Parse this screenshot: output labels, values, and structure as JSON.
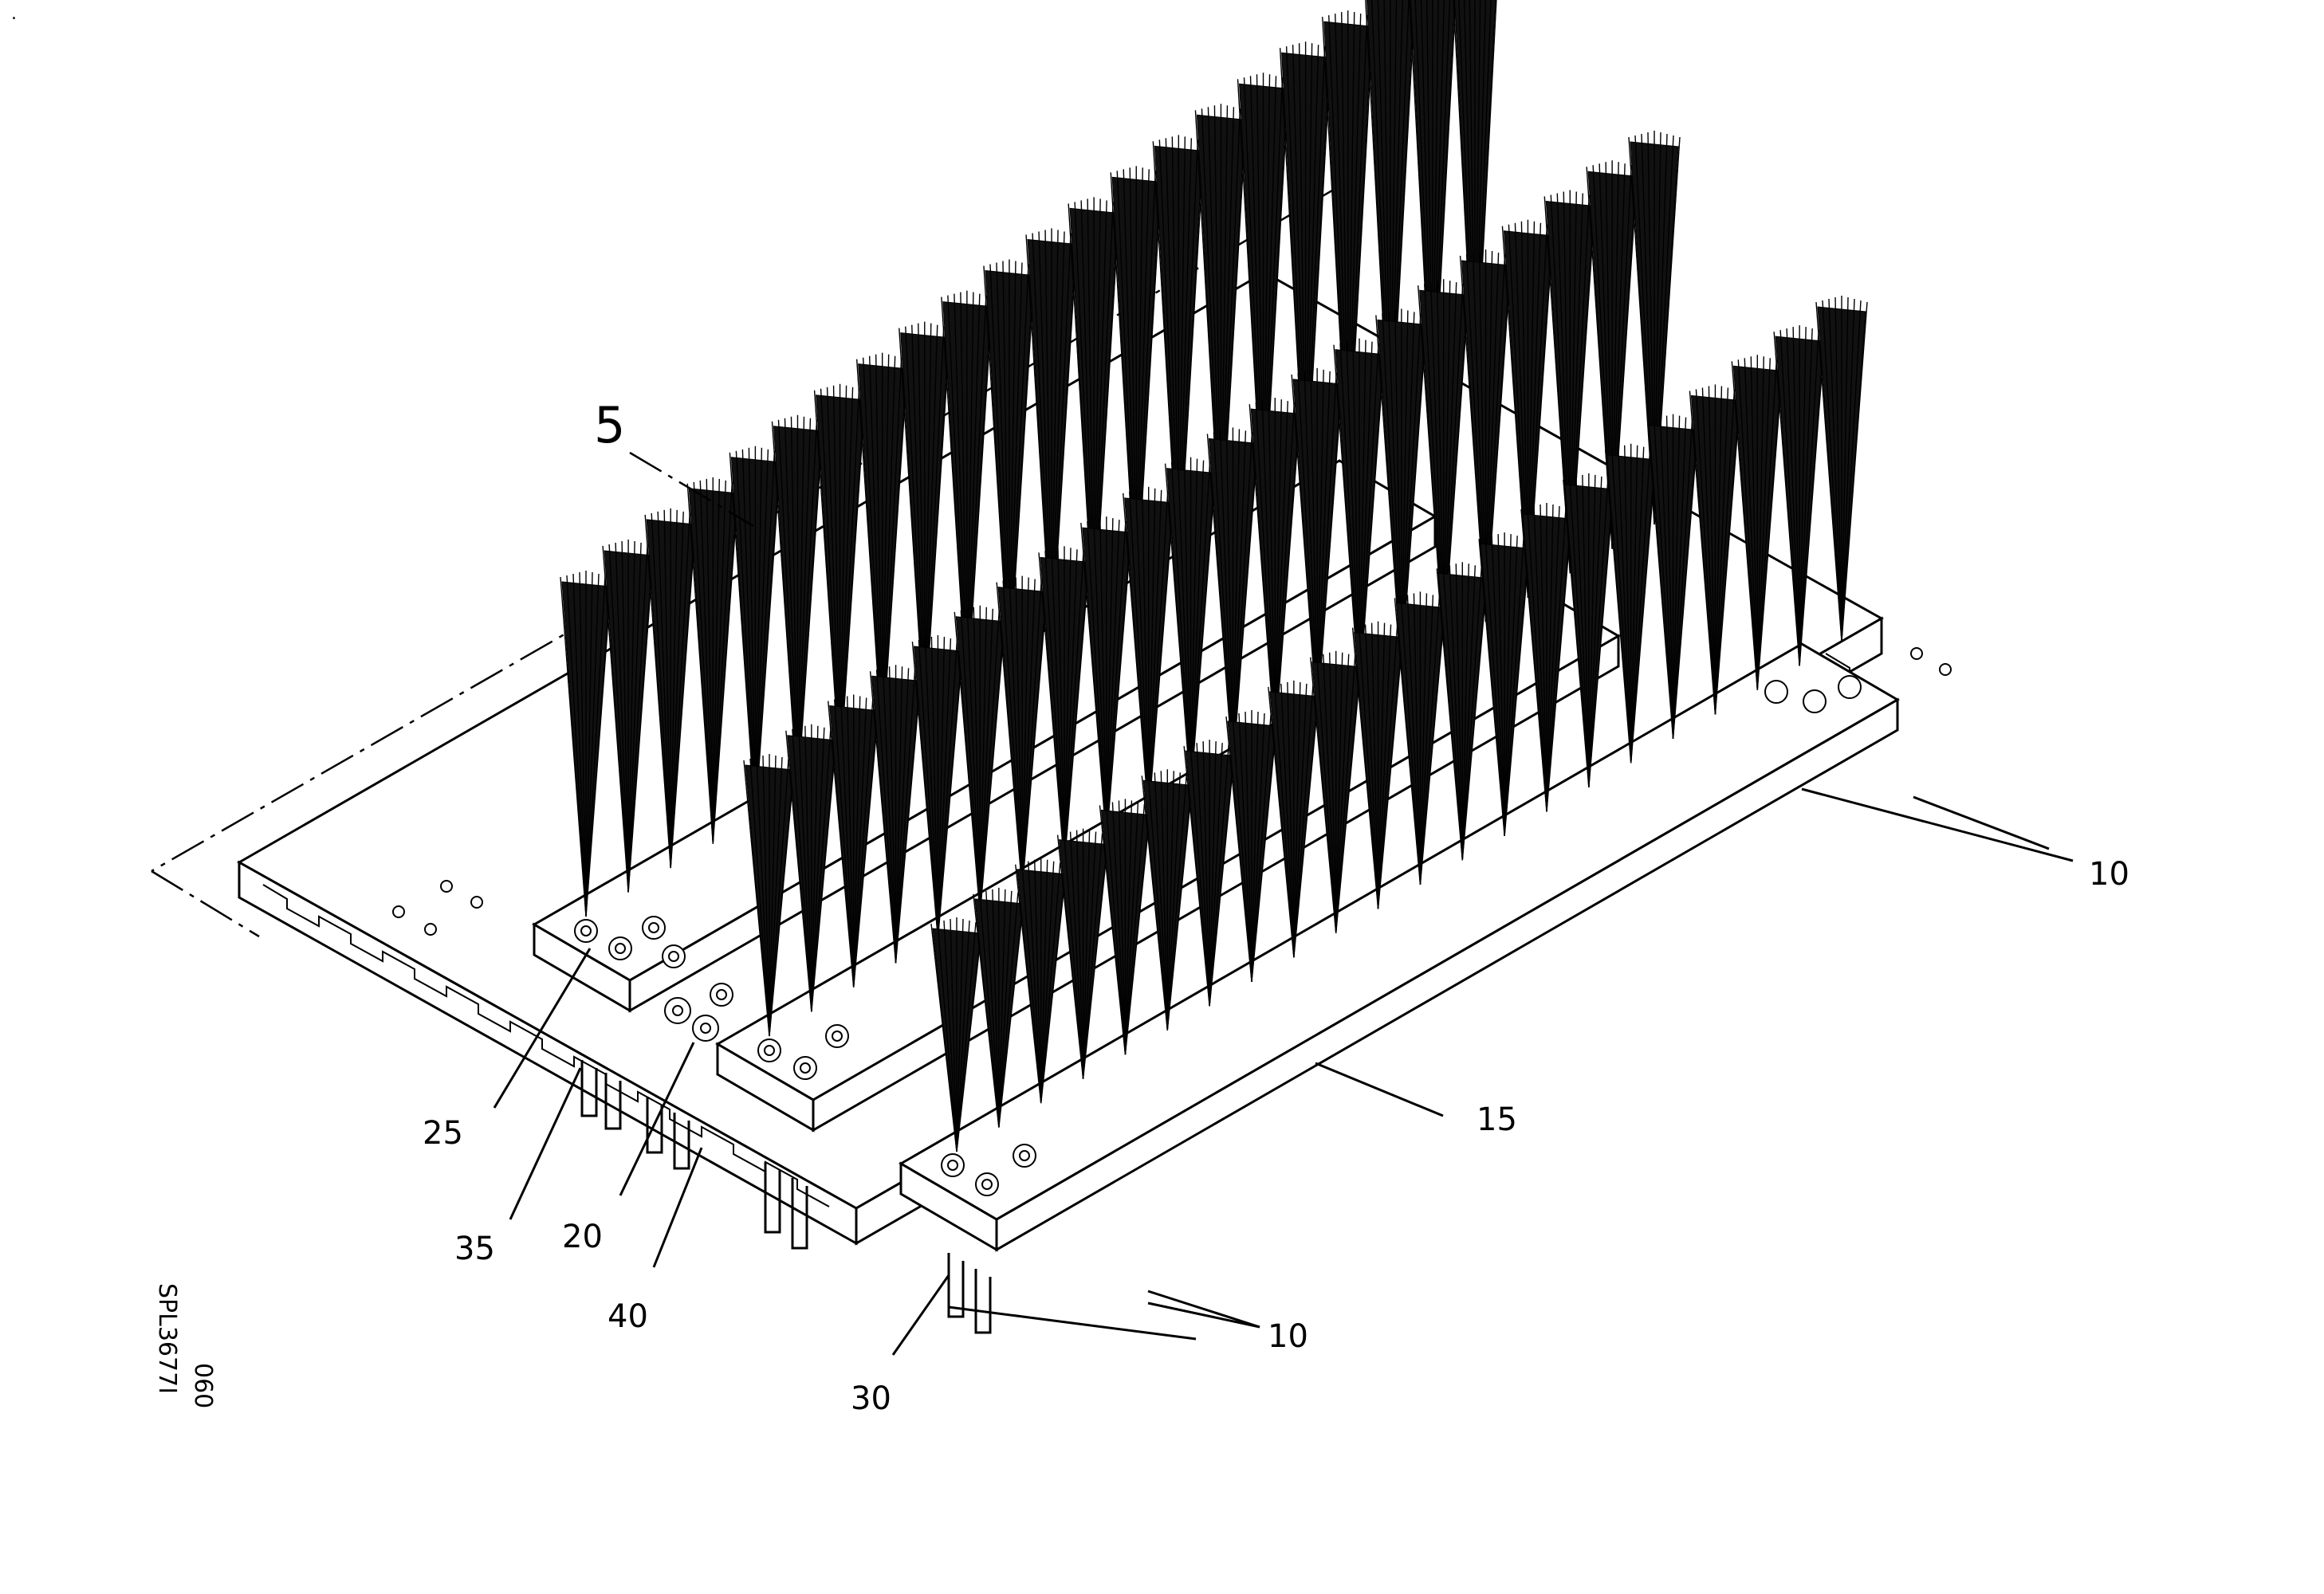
{
  "figure": {
    "corner_mark": ".",
    "drawing_code_line1": "SPL3677I",
    "drawing_code_line2": "060",
    "reference_numerals": {
      "assembly": "5",
      "carrier_plate_right": "10",
      "carrier_plate_front": "10",
      "brush_block": "15",
      "washer": "20",
      "bolt": "25",
      "clamp_rear": "30",
      "clamp_front": "35",
      "clamp_middle": "40"
    }
  }
}
